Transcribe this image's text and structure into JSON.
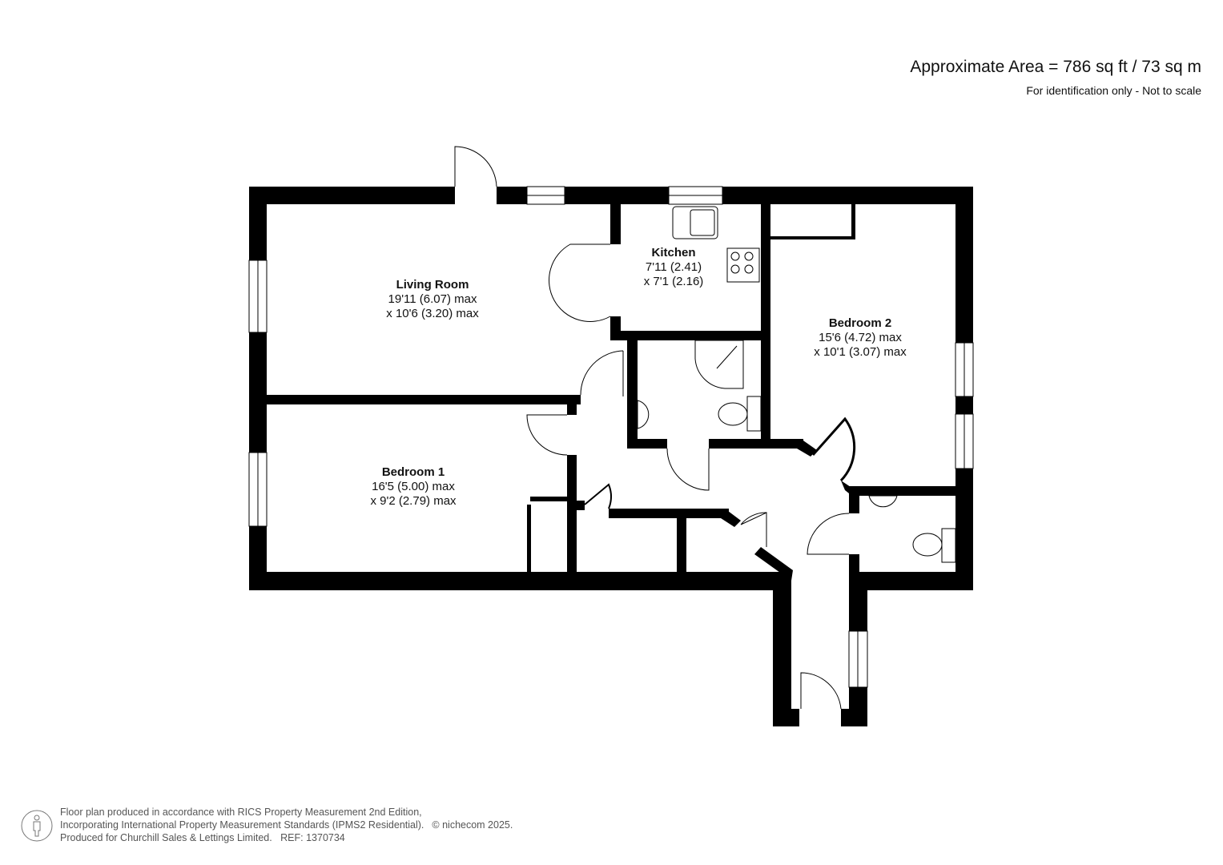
{
  "header": {
    "area": "Approximate Area = 786 sq ft / 73 sq m",
    "note": "For identification only - Not to scale"
  },
  "rooms": [
    {
      "name": "Living Room",
      "dim1": "19'11 (6.07) max",
      "dim2": "x 10'6 (3.20) max"
    },
    {
      "name": "Kitchen",
      "dim1": "7'11 (2.41)",
      "dim2": "x 7'1 (2.16)"
    },
    {
      "name": "Bedroom 2",
      "dim1": "15'6 (4.72) max",
      "dim2": "x 10'1 (3.07) max"
    },
    {
      "name": "Bedroom 1",
      "dim1": "16'5 (5.00) max",
      "dim2": "x 9'2 (2.79) max"
    }
  ],
  "footer": {
    "line1": "Floor plan produced in accordance with RICS Property Measurement 2nd Edition,",
    "line2": "Incorporating International Property Measurement Standards (IPMS2 Residential).",
    "copyright": "© nichecom 2025.",
    "line3": "Produced for Churchill Sales & Lettings Limited.",
    "ref": "REF: 1370734"
  }
}
